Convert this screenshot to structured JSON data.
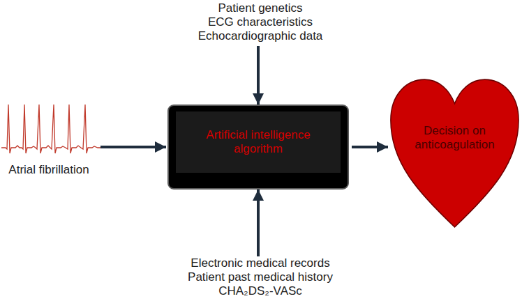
{
  "diagram": {
    "nodes": [
      {
        "text": [
          "Patient genetics",
          "ECG characteristics",
          "Echocardiographic data"
        ]
      },
      {
        "text": [
          "Atrial fibrillation"
        ]
      },
      {
        "text": [
          "Artificial intelligence algorithm"
        ]
      },
      {
        "text": [
          "Decision on anticoagulation"
        ]
      },
      {
        "text": [
          "Electronic medical records",
          "Patient past medical history",
          "CHA₂DS₂-VASc"
        ]
      }
    ],
    "edges": [
      {
        "from": 0,
        "to": 2,
        "arrow": "to"
      },
      {
        "from": 1,
        "to": 2,
        "arrow": "to"
      },
      {
        "from": 4,
        "to": 2,
        "arrow": "to"
      },
      {
        "from": 2,
        "to": 3,
        "arrow": "to"
      }
    ]
  }
}
